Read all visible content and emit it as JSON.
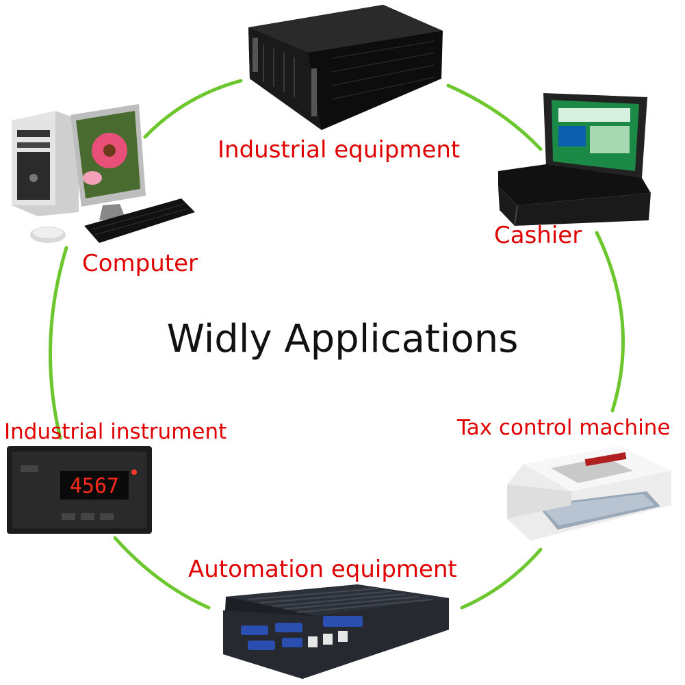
{
  "title": "Widly Applications",
  "colors": {
    "label": "#e00000",
    "arc": "#6cc72e",
    "title": "#111111"
  },
  "applications": [
    {
      "label": "Industrial equipment",
      "icon": "rack-server-icon"
    },
    {
      "label": "Cashier",
      "icon": "rugged-laptop-icon"
    },
    {
      "label": "Tax control machine",
      "icon": "dot-matrix-printer-icon"
    },
    {
      "label": "Automation equipment",
      "icon": "fanless-mini-pc-icon"
    },
    {
      "label": "Industrial instrument",
      "icon": "digital-panel-meter-icon"
    },
    {
      "label": "Computer",
      "icon": "desktop-computer-icon"
    }
  ],
  "meter_display": "4567"
}
